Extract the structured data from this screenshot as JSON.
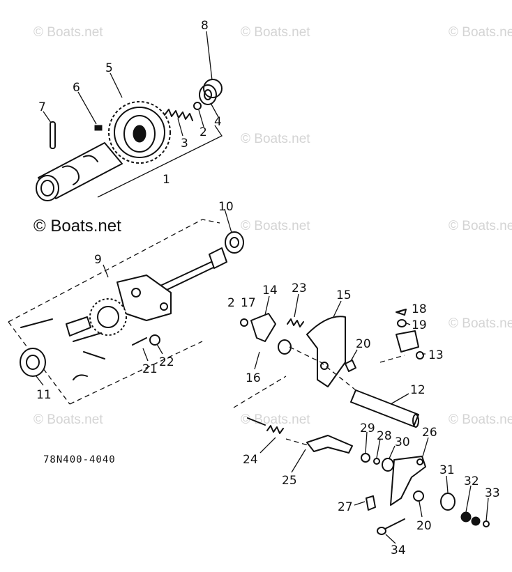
{
  "watermarks": [
    "© Boats.net",
    "© Boats.net",
    "© Boats.net",
    "© Boats.net",
    "© Boats.net",
    "© Boats.net",
    "© Boats.net",
    "© Boats.net",
    "© Boats.net",
    "© Boats.net"
  ],
  "watermark_main": "© Boats.net",
  "diagram_code": "78N400-4040",
  "callouts": [
    "8",
    "5",
    "6",
    "7",
    "3",
    "2",
    "4",
    "1",
    "10",
    "9",
    "14",
    "23",
    "2",
    "17",
    "15",
    "18",
    "19",
    "13",
    "20",
    "16",
    "21",
    "22",
    "11",
    "12",
    "24",
    "29",
    "28",
    "30",
    "26",
    "25",
    "31",
    "32",
    "33",
    "27",
    "20",
    "34"
  ]
}
